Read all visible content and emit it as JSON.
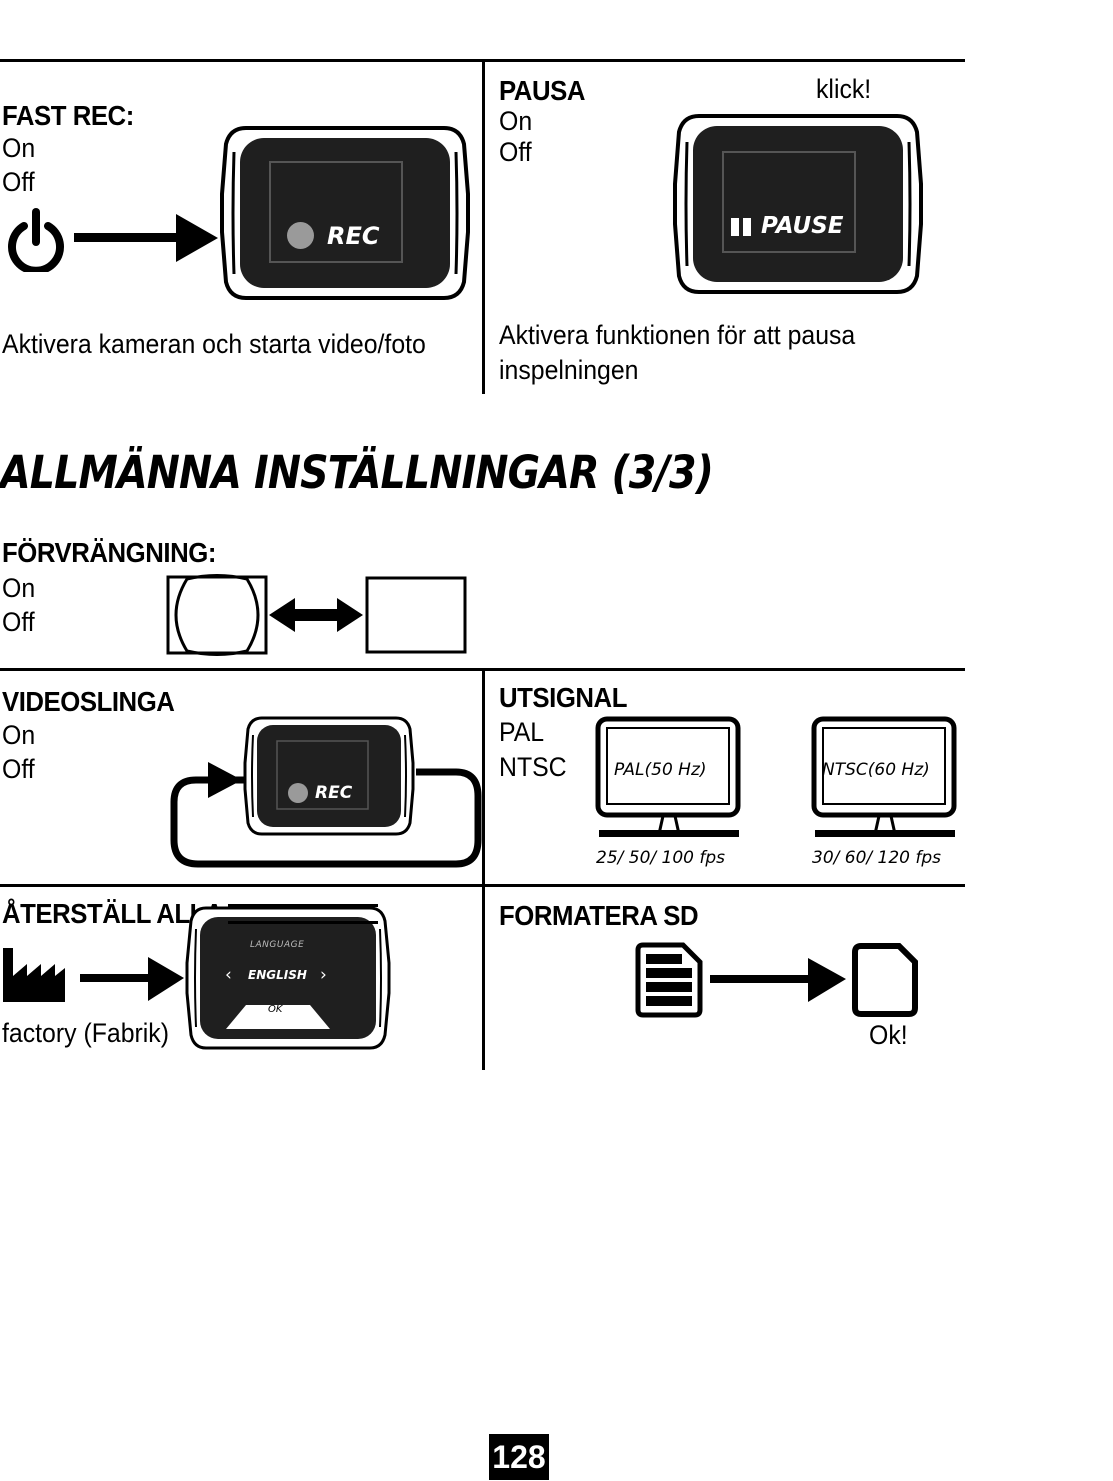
{
  "top": {
    "fast_rec": {
      "title": "FAST REC:",
      "options": [
        "On",
        "Off"
      ],
      "screen_label": "REC",
      "description": "Aktivera kameran och starta video/foto"
    },
    "pausa": {
      "title": "PAUSA",
      "options": [
        "On",
        "Off"
      ],
      "click_label": "klick!",
      "screen_label": "PAUSE",
      "description_lines": [
        "Aktivera funktionen för att pausa",
        "inspelningen"
      ]
    }
  },
  "section_title": "ALLMÄNNA INSTÄLLNINGAR (3/3)",
  "forvrangning": {
    "title": "FÖRVRÄNGNING:",
    "options": [
      "On",
      "Off"
    ]
  },
  "videoslinga": {
    "title": "VIDEOSLINGA",
    "options": [
      "On",
      "Off"
    ],
    "screen_label": "REC"
  },
  "utsignal": {
    "title": "UTSIGNAL",
    "options": [
      "PAL",
      "NTSC"
    ],
    "monitors": [
      {
        "screen_text": "PAL(50 Hz)",
        "fps": "25/ 50/ 100 fps"
      },
      {
        "screen_text": "NTSC(60 Hz)",
        "fps": "30/ 60/ 120 fps"
      }
    ]
  },
  "aterstall": {
    "title": "ÅTERSTÄLL ALLA",
    "caption": "factory (Fabrik)",
    "screen_header": "LANGUAGE",
    "screen_value": "ENGLISH",
    "screen_button": "OK"
  },
  "formatera": {
    "title": "FORMATERA SD",
    "result": "Ok!"
  },
  "page_number": "128"
}
